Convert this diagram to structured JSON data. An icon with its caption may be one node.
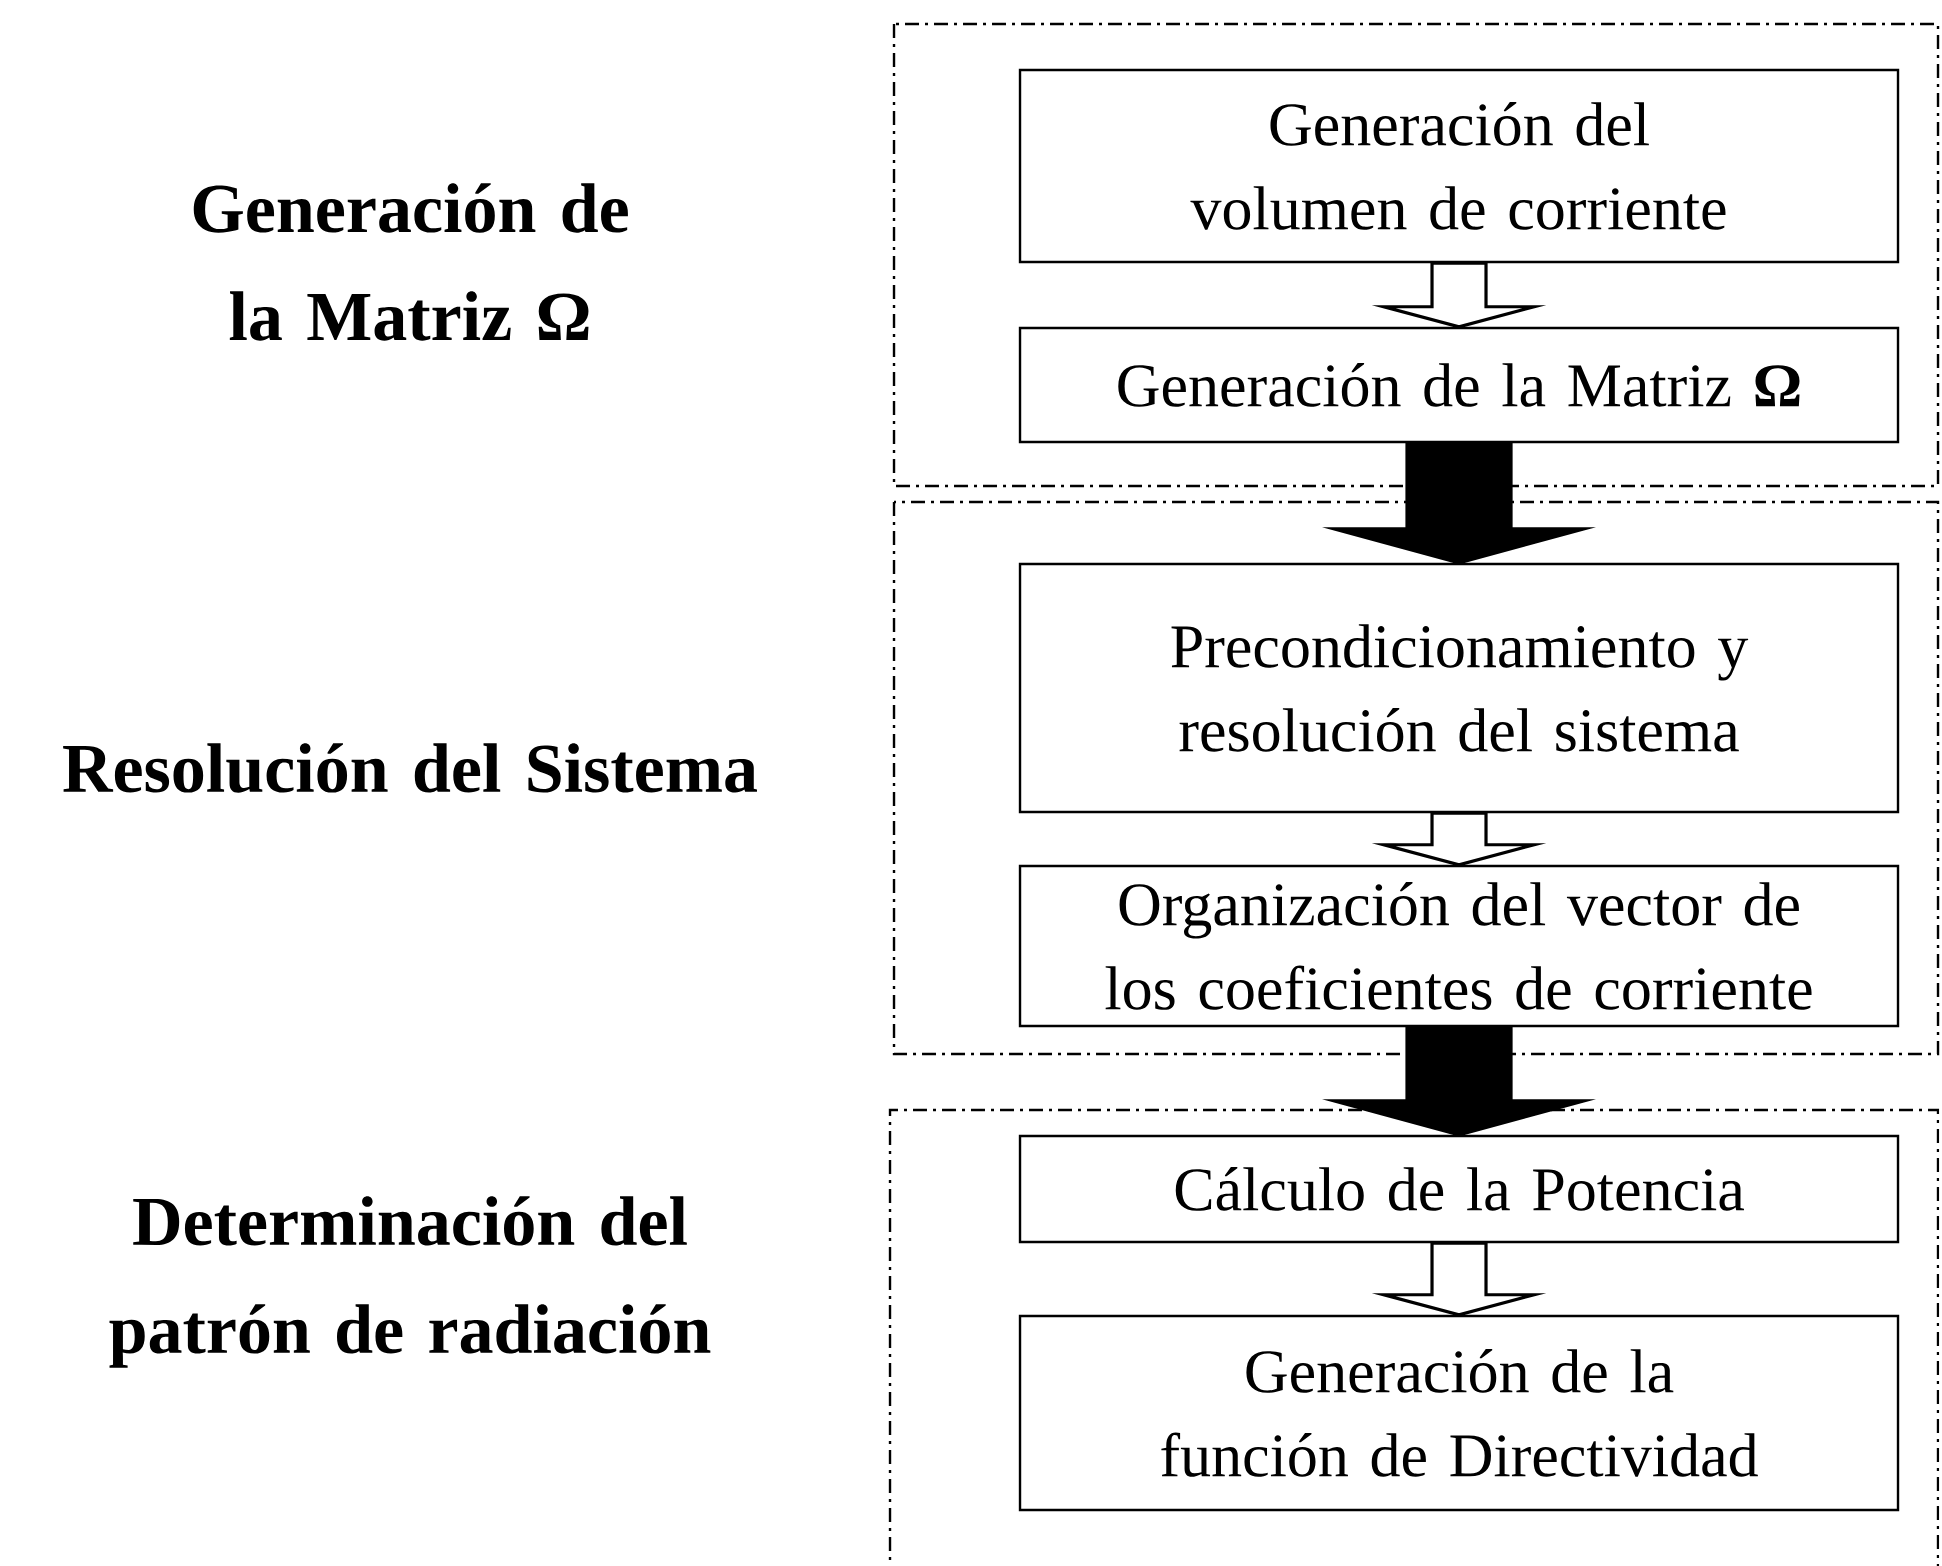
{
  "diagram": {
    "nodes": [
      {
        "text": [
          "Generación de la Matriz **Ω**"
        ]
      },
      {
        "text": [
          "Generación del volumen de corriente"
        ],
        "in": 0
      },
      {
        "text": [
          "Generación de la Matriz **Ω**"
        ],
        "in": 0
      },
      {
        "text": [
          "Resolución del Sistema"
        ]
      },
      {
        "text": [
          "Precondicionamiento y resolución del sistema"
        ],
        "in": 3
      },
      {
        "text": [
          "Organización del vector de los coeficientes de corriente"
        ],
        "in": 3
      },
      {
        "text": [
          "Determinación del patrón de radiación"
        ]
      },
      {
        "text": [
          "Cálculo de la Potencia"
        ],
        "in": 6
      },
      {
        "text": [
          "Generación de la función de Directividad"
        ],
        "in": 6
      }
    ],
    "edges": [
      {
        "from": 1,
        "to": 2,
        "arrow": "to"
      },
      {
        "from": 2,
        "to": 4,
        "arrow": "to",
        "style": "thick"
      },
      {
        "from": 4,
        "to": 5,
        "arrow": "to"
      },
      {
        "from": 5,
        "to": 7,
        "arrow": "to",
        "style": "thick"
      },
      {
        "from": 7,
        "to": 8,
        "arrow": "to"
      }
    ]
  }
}
